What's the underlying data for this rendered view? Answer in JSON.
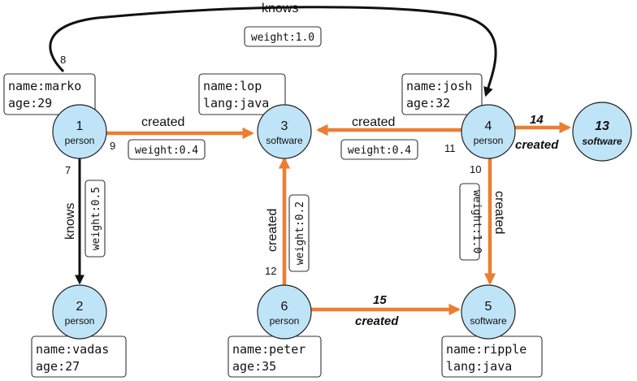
{
  "nodes": {
    "n1": {
      "id": "1",
      "label": "person",
      "props": [
        "name:marko",
        "age:29"
      ]
    },
    "n2": {
      "id": "2",
      "label": "person",
      "props": [
        "name:vadas",
        "age:27"
      ]
    },
    "n3": {
      "id": "3",
      "label": "software",
      "props": [
        "name:lop",
        "lang:java"
      ]
    },
    "n4": {
      "id": "4",
      "label": "person",
      "props": [
        "name:josh",
        "age:32"
      ]
    },
    "n5": {
      "id": "5",
      "label": "software",
      "props": [
        "name:ripple",
        "lang:java"
      ]
    },
    "n6": {
      "id": "6",
      "label": "person",
      "props": [
        "name:peter",
        "age:35"
      ]
    },
    "n13": {
      "id": "13",
      "label": "software",
      "props": []
    }
  },
  "edges": {
    "e7": {
      "id": "7",
      "label": "knows",
      "weight": "weight:0.5"
    },
    "e8": {
      "id": "8",
      "label": "knows",
      "weight": "weight:1.0"
    },
    "e9": {
      "id": "9",
      "label": "created",
      "weight": "weight:0.4"
    },
    "e10": {
      "id": "10",
      "label": "created",
      "weight": "weight:1.0"
    },
    "e11": {
      "id": "11",
      "label": "created",
      "weight": "weight:0.4"
    },
    "e12": {
      "id": "12",
      "label": "created",
      "weight": "weight:0.2"
    },
    "e14": {
      "id": "14",
      "label": "created"
    },
    "e15": {
      "id": "15",
      "label": "created"
    }
  },
  "colors": {
    "node_fill": "#bfe4f7",
    "created_edge": "#ec7d32",
    "knows_edge": "#111111"
  }
}
